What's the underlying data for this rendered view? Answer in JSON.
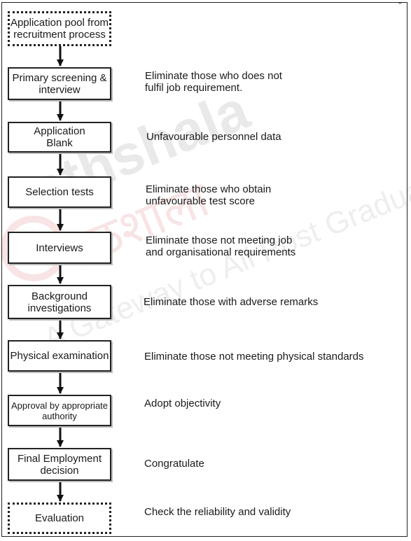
{
  "quote_mark": "“",
  "watermark": {
    "brand": "Pathshala",
    "brand_hindi": "पाठशाला",
    "tagline": "A Gateway to All Post Graduate Courses"
  },
  "steps": [
    {
      "label": "Application pool from recruitment process",
      "note": ""
    },
    {
      "label": "Primary screening & interview",
      "note": "Eliminate those who does not fulfil job requirement."
    },
    {
      "label": "Application Blank",
      "note": "Unfavourable personnel data"
    },
    {
      "label": "Selection tests",
      "note": "Eliminate those who obtain unfavourable test score"
    },
    {
      "label": "Interviews",
      "note": "Eliminate those not meeting job and organisational requirements"
    },
    {
      "label": "Background investigations",
      "note": "Eliminate those with adverse remarks"
    },
    {
      "label": "Physical examination",
      "note": "Eliminate those not meeting physical standards"
    },
    {
      "label": "Approval by appropriate authority",
      "note": "Adopt objectivity"
    },
    {
      "label": "Final Employment decision",
      "note": "Congratulate"
    },
    {
      "label": "Evaluation",
      "note": "Check the reliability and validity"
    }
  ]
}
